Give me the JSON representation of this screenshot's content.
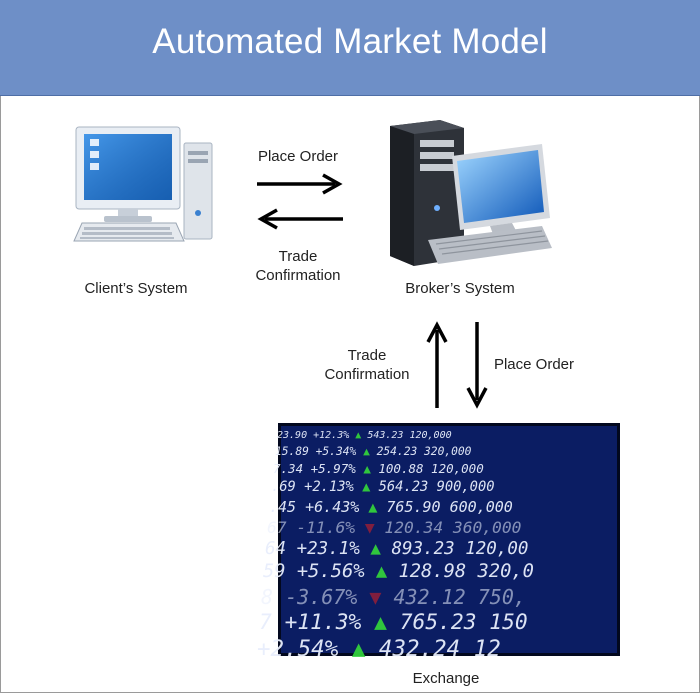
{
  "header": {
    "title": "Automated Market Model"
  },
  "nodes": {
    "client": {
      "label": "Client’s System",
      "icon": "desktop-computer-icon"
    },
    "broker": {
      "label": "Broker’s System",
      "icon": "server-computer-icon"
    },
    "exchange": {
      "label": "Exchange",
      "icon": "stock-ticker-board-icon"
    }
  },
  "edges": {
    "client_to_broker": {
      "label": "Place Order"
    },
    "broker_to_client": {
      "label_line1": "Trade",
      "label_line2": "Confirmation"
    },
    "exchange_to_broker": {
      "label_line1": "Trade",
      "label_line2": "Confirmation"
    },
    "broker_to_exchange": {
      "label": "Place Order"
    }
  },
  "ticker_rows": [
    {
      "text": "23.90   +12.3%",
      "dir": "up",
      "price": "543.23  120,000"
    },
    {
      "text": "15.89   +5.34%",
      "dir": "up",
      "price": "254.23  320,000"
    },
    {
      "text": "7.34   +5.97%",
      "dir": "up",
      "price": "100.88  120,000"
    },
    {
      "text": ".69   +2.13%",
      "dir": "up",
      "price": "564.23  900,000"
    },
    {
      "text": ".45   +6.43%",
      "dir": "up",
      "price": "765.90  600,000"
    },
    {
      "text": "67   -11.6%",
      "dir": "down",
      "price": "120.34  360,000"
    },
    {
      "text": "64  +23.1%",
      "dir": "up",
      "price": "893.23  120,00"
    },
    {
      "text": "59  +5.56%",
      "dir": "up",
      "price": "128.98  320,0"
    },
    {
      "text": "8   -3.67%",
      "dir": "down",
      "price": "432.12  750,"
    },
    {
      "text": "7  +11.3%",
      "dir": "up",
      "price": "765.23  150"
    },
    {
      "text": "   +2.54%",
      "dir": "up",
      "price": "432.24  12"
    }
  ],
  "colors": {
    "header": "#6e8fc7",
    "ticker_bg": "#0b1d63",
    "up": "#32d03c",
    "down": "#e02020"
  }
}
